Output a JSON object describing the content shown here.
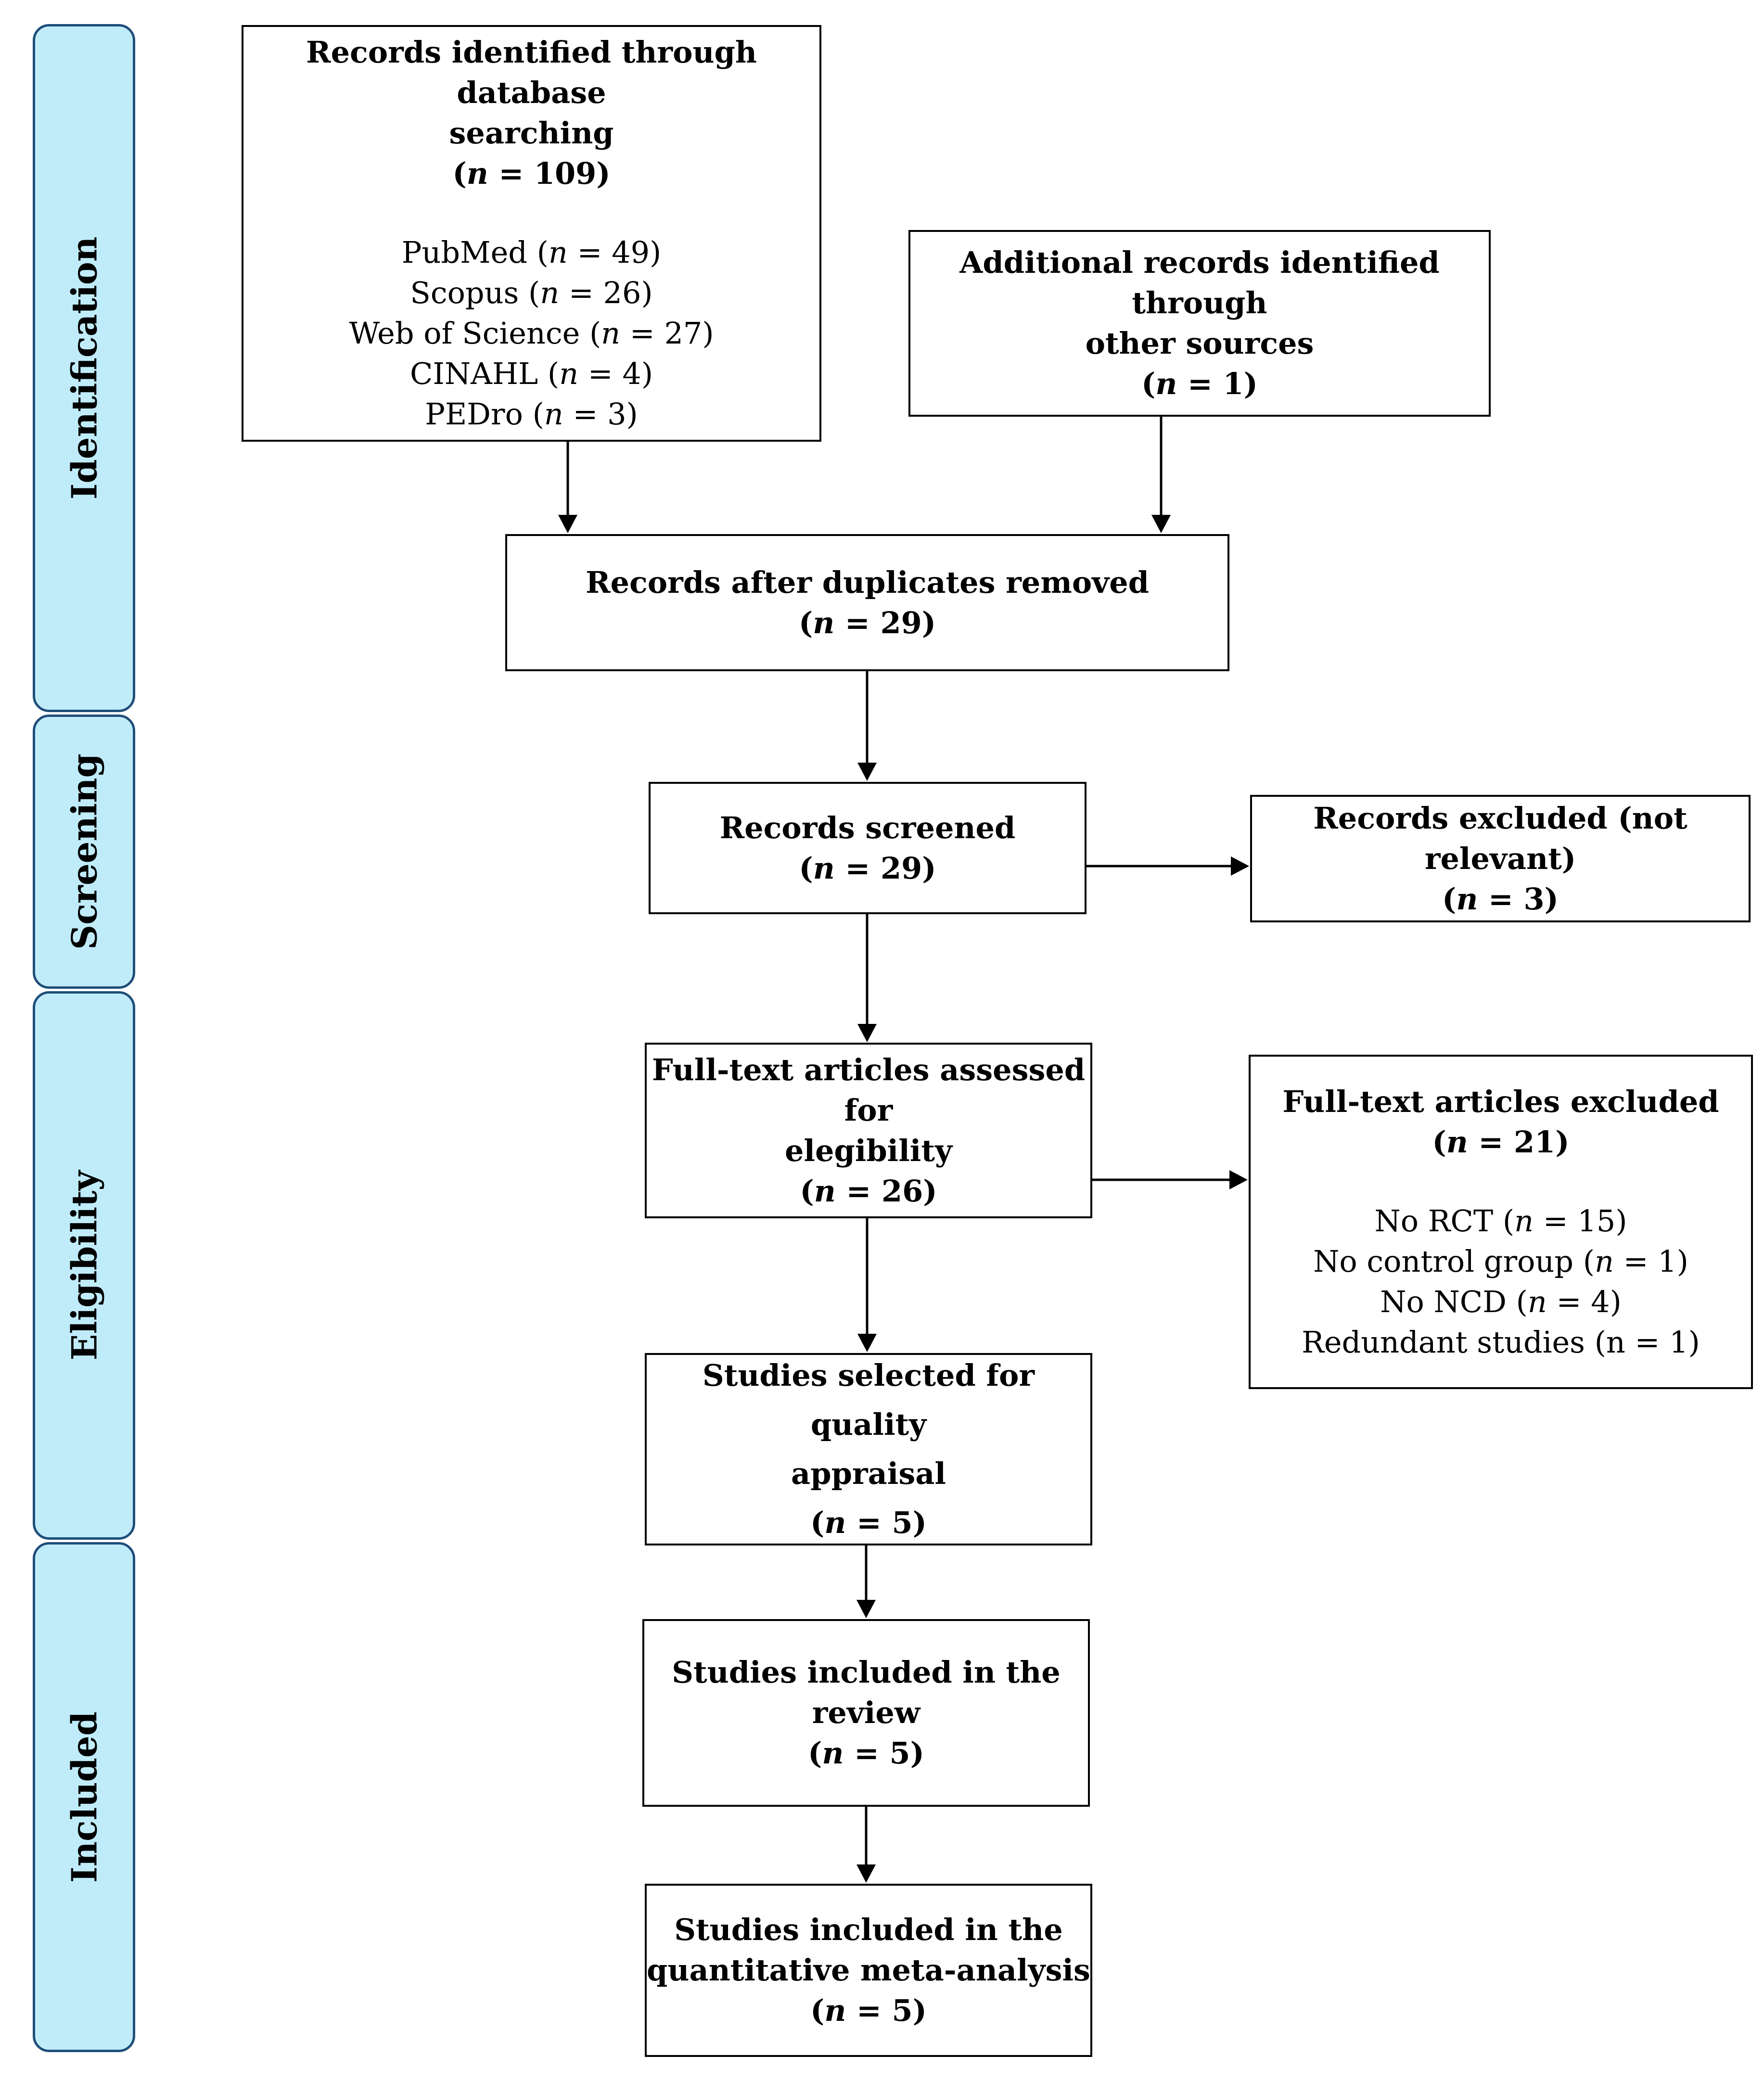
{
  "phases": {
    "identification": "Identification",
    "screening": "Screening",
    "eligibility": "Eligibility",
    "included": "Included"
  },
  "boxes": {
    "db_search": {
      "title_1": "Records identified through database",
      "title_2": "searching",
      "n_prefix": "(",
      "n_var": "n",
      "n_suffix": " = 109)",
      "sources": [
        {
          "name": "PubMed (",
          "var": "n",
          "val": " = 49)"
        },
        {
          "name": "Scopus (",
          "var": "n",
          "val": " = 26)"
        },
        {
          "name": "Web of Science (",
          "var": "n",
          "val": " = 27)"
        },
        {
          "name": "CINAHL (",
          "var": "n",
          "val": " = 4)"
        },
        {
          "name": "PEDro (",
          "var": "n",
          "val": " = 3)"
        }
      ]
    },
    "other_sources": {
      "title_1": "Additional records identified through",
      "title_2": "other sources",
      "n_prefix": "(",
      "n_var": "n",
      "n_suffix": " = 1)"
    },
    "duplicates": {
      "title_1": "Records after duplicates removed",
      "n_prefix": "(",
      "n_var": "n",
      "n_suffix": " = 29)"
    },
    "screened": {
      "title_1": "Records screened",
      "n_prefix": "(",
      "n_var": "n",
      "n_suffix": " = 29)"
    },
    "excluded_screen": {
      "title_1": "Records excluded (not relevant)",
      "n_prefix": "(",
      "n_var": "n",
      "n_suffix": " = 3)"
    },
    "fulltext": {
      "title_1": "Full-text articles assessed for",
      "title_2": "elegibility",
      "n_prefix": "(",
      "n_var": "n",
      "n_suffix": " = 26)"
    },
    "fulltext_excluded": {
      "title_1": "Full-text articles excluded",
      "n_prefix": "(",
      "n_var": "n",
      "n_suffix": " = 21)",
      "reasons": [
        {
          "name": "No RCT (",
          "var": "n",
          "val": " = 15)"
        },
        {
          "name": "No control group (",
          "var": "n",
          "val": " = 1)"
        },
        {
          "name": "No NCD (",
          "var": "n",
          "val": " = 4)"
        },
        {
          "name": "Redundant studies (n = 1)",
          "var": "",
          "val": ""
        }
      ]
    },
    "quality": {
      "title_1": "Studies selected for quality",
      "title_2": "appraisal",
      "n_prefix": "(",
      "n_var": "n",
      "n_suffix": " = 5)"
    },
    "review": {
      "title_1": "Studies included in the",
      "title_2": "review",
      "n_prefix": "(",
      "n_var": "n",
      "n_suffix": " = 5)"
    },
    "meta": {
      "title_1": "Studies included in the",
      "title_2": "quantitative meta-analysis",
      "n_prefix": "(",
      "n_var": "n",
      "n_suffix": " = 5)"
    }
  }
}
